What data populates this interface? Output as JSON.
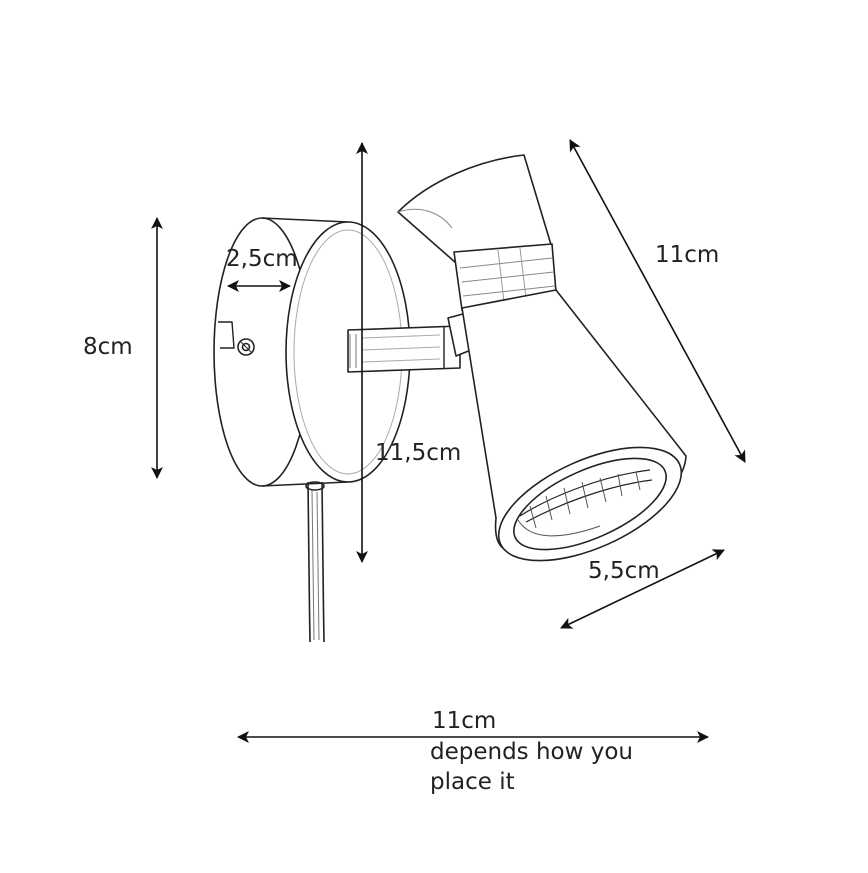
{
  "dimensions": {
    "mount_height": "8cm",
    "mount_depth": "2,5cm",
    "total_height": "11,5cm",
    "shade_length": "11cm",
    "shade_diameter": "5,5cm",
    "total_width": "11cm"
  },
  "note": {
    "line1": "depends how you",
    "line2": "place it"
  },
  "colors": {
    "line": "#111111",
    "text": "#222222",
    "background": "#ffffff"
  }
}
